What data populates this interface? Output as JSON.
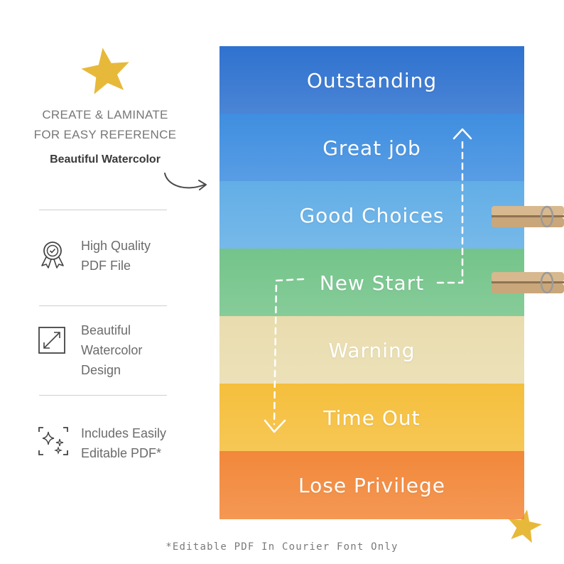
{
  "left": {
    "heading_line1": "CREATE & LAMINATE",
    "heading_line2": "FOR EASY REFERENCE",
    "sub_heading": "Beautiful Watercolor",
    "features": [
      {
        "icon": "award-ribbon-icon",
        "lines": [
          "High Quality",
          "PDF File"
        ]
      },
      {
        "icon": "resize-diagonal-icon",
        "lines": [
          "Beautiful",
          "Watercolor",
          "Design"
        ]
      },
      {
        "icon": "sparkle-frame-icon",
        "lines": [
          "Includes Easily",
          "Editable PDF*"
        ]
      }
    ]
  },
  "chart": {
    "levels": [
      {
        "label": "Outstanding",
        "color": "#2f72cf"
      },
      {
        "label": "Great job",
        "color": "#3f8ee0"
      },
      {
        "label": "Good Choices",
        "color": "#62aee6"
      },
      {
        "label": "New Start",
        "color": "#74c48a"
      },
      {
        "label": "Warning",
        "color": "#e9dcae"
      },
      {
        "label": "Time Out",
        "color": "#f5bf3c"
      },
      {
        "label": "Lose Privilege",
        "color": "#f2883a"
      }
    ]
  },
  "footnote": "*Editable PDF In Courier Font Only",
  "colors": {
    "star": "#e7b93a",
    "text_gray": "#777777",
    "clip_wood": "#d8b88e",
    "clip_metal": "#9a9a9a"
  }
}
